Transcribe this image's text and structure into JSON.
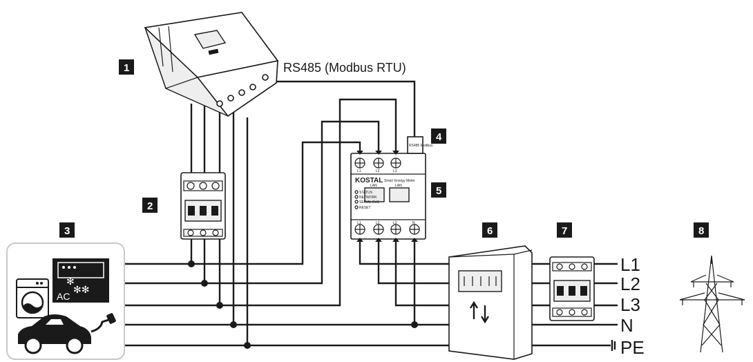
{
  "diagram": {
    "protocol_label": "RS485 (Modbus RTU)",
    "badges": [
      "1",
      "2",
      "3",
      "4",
      "5",
      "6",
      "7",
      "8"
    ],
    "line_labels": [
      "L1",
      "L2",
      "L3",
      "N",
      "PE"
    ],
    "meter": {
      "brand": "KOSTAL",
      "product": "Smart Energy Meter",
      "port_tag": "RS485 Modbus",
      "lan_ports": [
        "LAN",
        "LAN"
      ],
      "status_leds": [
        "STATUS",
        "NETWORK",
        "SERIAL BUS",
        "RESET"
      ],
      "top_terminals": [
        "L1",
        "L2",
        "L3"
      ],
      "bottom_terminals": [
        "L1",
        "L2",
        "L3",
        "N"
      ]
    },
    "consumer_ac_label": "AC",
    "icons": [
      "inverter-icon",
      "circuit-breaker-icon",
      "air-conditioner-icon",
      "washing-machine-icon",
      "electric-car-icon",
      "energy-meter-icon",
      "utility-meter-icon",
      "power-pylon-icon",
      "ground-icon"
    ],
    "colors": {
      "ink": "#1a1a1a",
      "panel_border": "#c8c8c8"
    }
  }
}
